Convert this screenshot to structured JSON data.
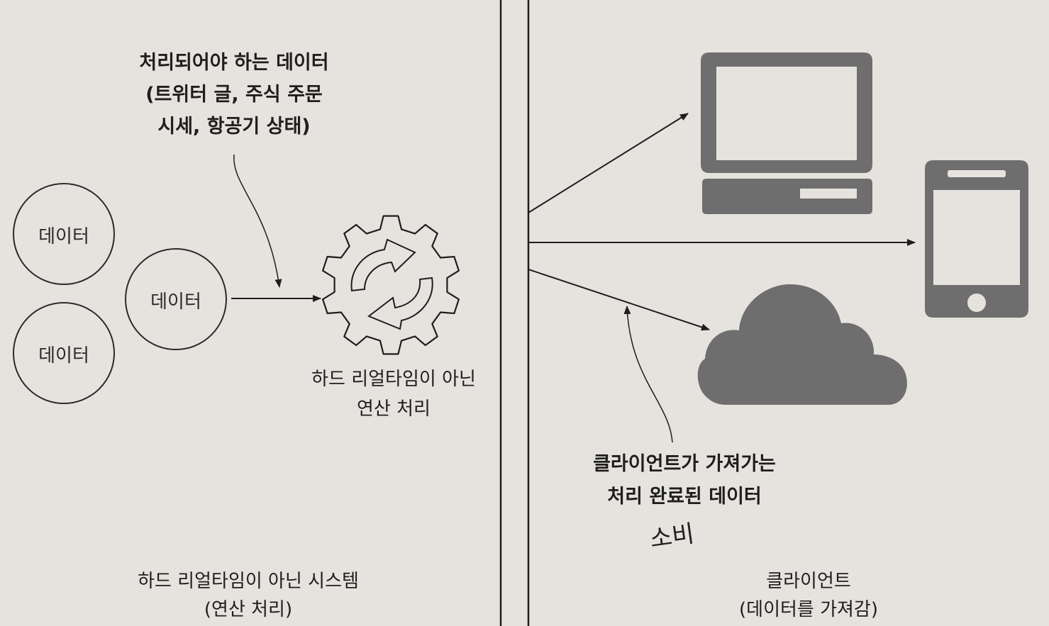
{
  "left_panel": {
    "input_note": [
      "처리되어야 하는 데이터",
      "(트위터 글, 주식 주문",
      "시세, 항공기 상태)"
    ],
    "data_bubbles": [
      "데이터",
      "데이터",
      "데이터"
    ],
    "processor_label": [
      "하드 리얼타임이 아닌",
      "연산 처리"
    ],
    "caption": [
      "하드 리얼타임이 아닌 시스템",
      "(연산 처리)"
    ]
  },
  "right_panel": {
    "output_note": [
      "클라이언트가 가져가는",
      "처리 완료된 데이터"
    ],
    "handwritten_note": "소비",
    "caption": [
      "클라이언트",
      "(데이터를 가져감)"
    ],
    "client_icons": [
      "desktop-computer-icon",
      "smartphone-icon",
      "cloud-icon"
    ]
  },
  "colors": {
    "paper": "#e6e3df",
    "ink": "#1e1e1e",
    "icon_fill": "#6f6e6e"
  }
}
